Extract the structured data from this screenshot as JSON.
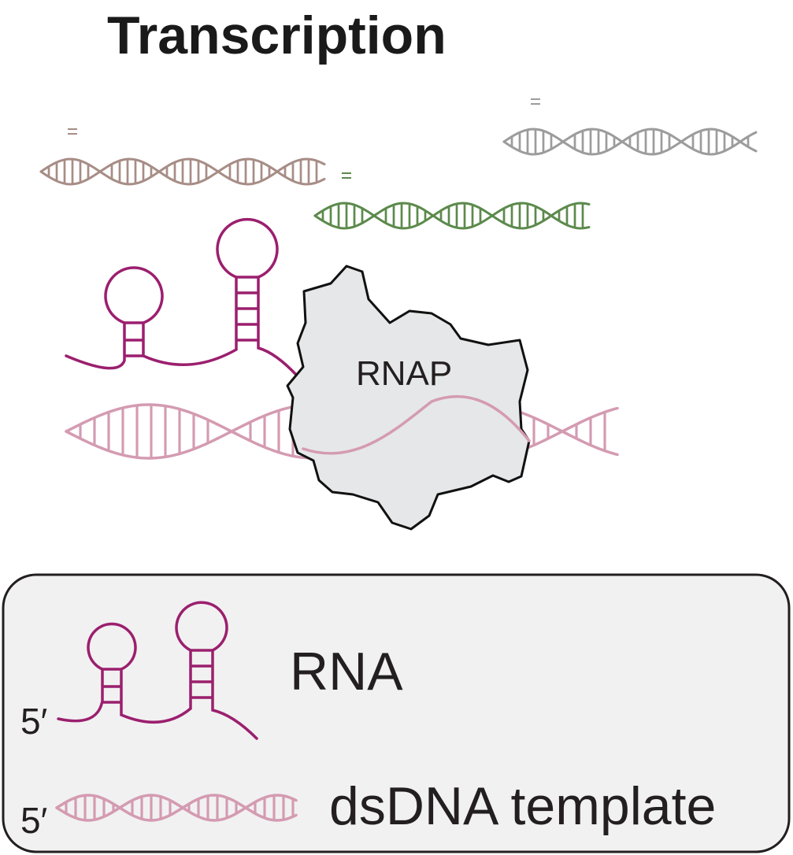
{
  "title": "Transcription",
  "polymerase_label": "RNAP",
  "legend": {
    "rna_label": "RNA",
    "dna_label": "dsDNA template",
    "rna_five_prime": "5′",
    "dna_five_prime": "5′"
  },
  "colors": {
    "rna": "#9b1f6e",
    "dna": "#d49bb1",
    "rnap_fill": "#e6e7e8",
    "rnap_outline": "#111111",
    "legend_fill": "#f1f1f1",
    "complex_brown": "#a78d86",
    "complex_green": "#5c8a4c",
    "complex_gray": "#9c9c9c"
  }
}
